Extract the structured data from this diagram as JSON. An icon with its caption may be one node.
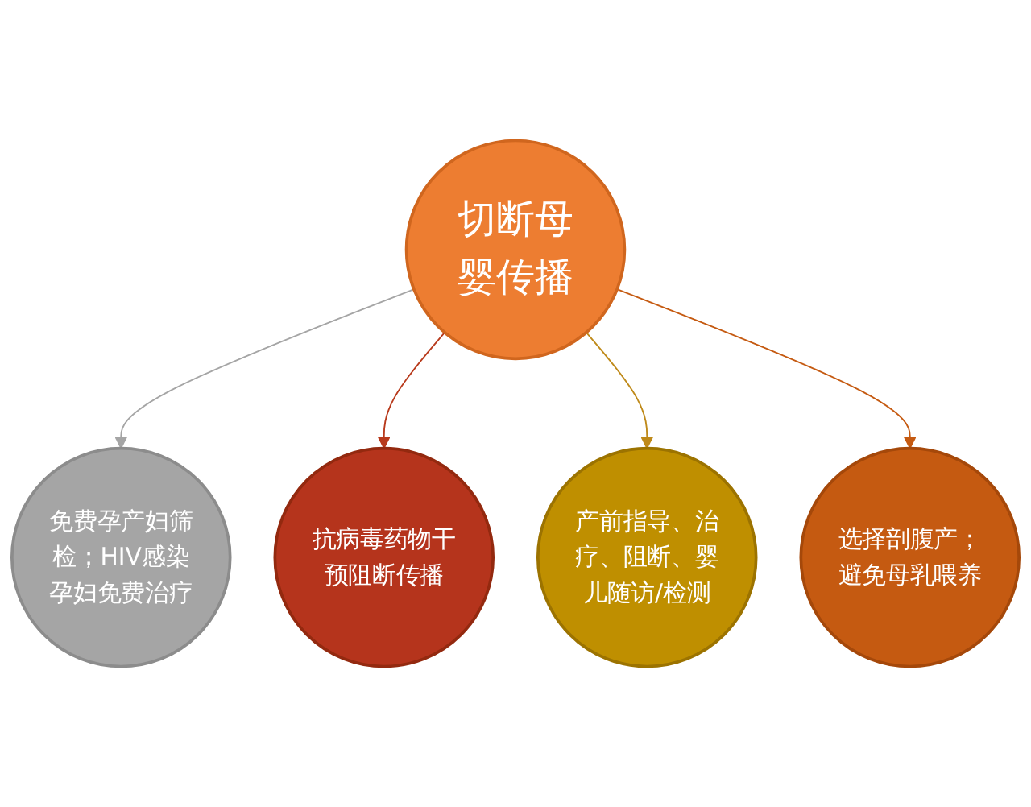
{
  "diagram": {
    "nodes": [
      {
        "text": [
          "免费孕产妇筛检；HIV感染孕妇免费治疗"
        ]
      },
      {
        "text": [
          "抗病毒药物干预阻断传播"
        ]
      },
      {
        "text": [
          "切断母婴传播"
        ]
      },
      {
        "text": [
          "产前指导、治疗、阻断、婴儿随访/检测"
        ]
      },
      {
        "text": [
          "选择剖腹产；避免母乳喂养"
        ]
      }
    ],
    "edges": [
      {
        "from": 2,
        "to": 0,
        "arrow": "to",
        "color": "#a5a5a5"
      },
      {
        "from": 2,
        "to": 1,
        "arrow": "to",
        "color": "#b83a1c"
      },
      {
        "from": 2,
        "to": 3,
        "arrow": "to",
        "color": "#bf8a1a"
      },
      {
        "from": 2,
        "to": 4,
        "arrow": "to",
        "color": "#c55a11"
      }
    ]
  }
}
